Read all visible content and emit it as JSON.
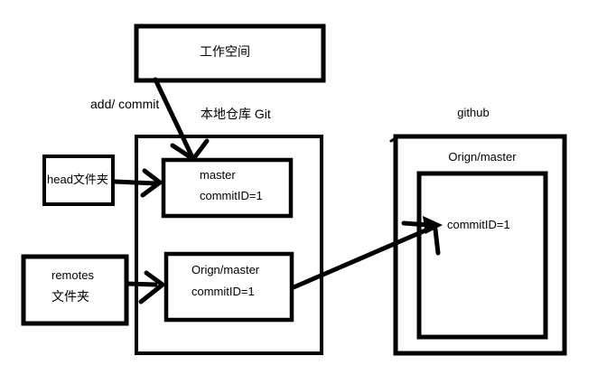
{
  "diagram": {
    "colors": {
      "ink": "#000000",
      "background": "#ffffff"
    },
    "workspace": {
      "label": "工作空间"
    },
    "edge_add_commit": {
      "label": "add/ commit"
    },
    "local_repo": {
      "title": "本地仓库 Git"
    },
    "head_folder": {
      "label": "head文件夹"
    },
    "master_node": {
      "name": "master",
      "commit": "commitID=1"
    },
    "remotes_folder": {
      "line1": "remotes",
      "line2": "文件夹"
    },
    "local_origin_node": {
      "name": "Orign/master",
      "commit": "commitID=1"
    },
    "github": {
      "title": "github",
      "branch": "Orign/master",
      "commit": "commitID=1"
    }
  }
}
